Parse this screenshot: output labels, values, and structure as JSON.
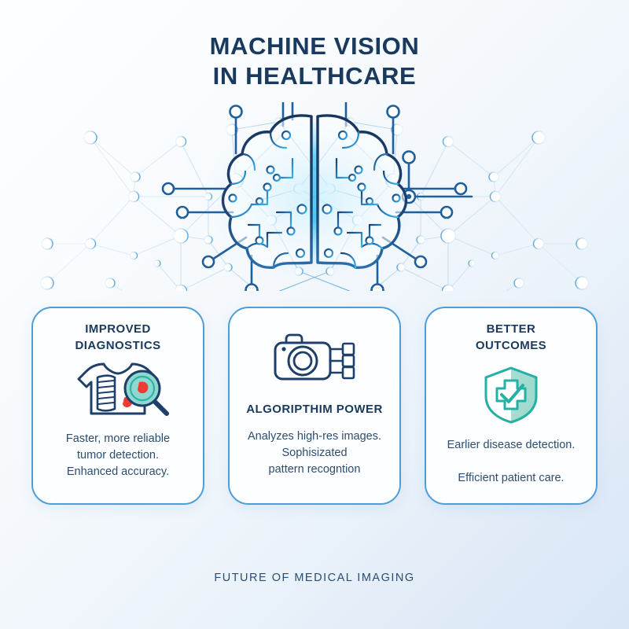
{
  "poster": {
    "title_line1": "MACHINE VISION",
    "title_line2": "IN HEALTHCARE",
    "footer": "FUTURE OF MEDICAL IMAGING",
    "colors": {
      "title_navy": "#19395d",
      "card_border_blue": "#4d9ed7",
      "body_text": "#2c4d70",
      "accent_teal": "#24b0a4",
      "accent_red": "#ef3b33",
      "network_blue": "#7fb9e2",
      "brain_outline": "#1b3a63",
      "glow_cyan": "#38c6f4",
      "bg_start": "#fdfeff",
      "bg_end": "#d8e6f6"
    }
  },
  "hero": {
    "illustration_name": "circuit-brain-network",
    "brain_label": "digital circuit brain",
    "network_label": "neural network node graph"
  },
  "cards": [
    {
      "id": "improved-diagnostics",
      "title": "IMPROVED\nDIAGNOSTICS",
      "icon": "xray-magnifier-icon",
      "body": "Faster, more reliable\ntumor detection.\nEnhanced accuracy."
    },
    {
      "id": "algoripthim-power",
      "title": "ALGORIPTHIM POWER",
      "icon": "smart-camera-icon",
      "body": "Analyzes high-res images.\nSophisizated\npattern recogntion"
    },
    {
      "id": "better-outcomes",
      "title": "BETTER\nOUTCOMES",
      "icon": "medical-shield-check-icon",
      "body": "Earlier disease detection.\n\nEfficient patient care."
    }
  ]
}
